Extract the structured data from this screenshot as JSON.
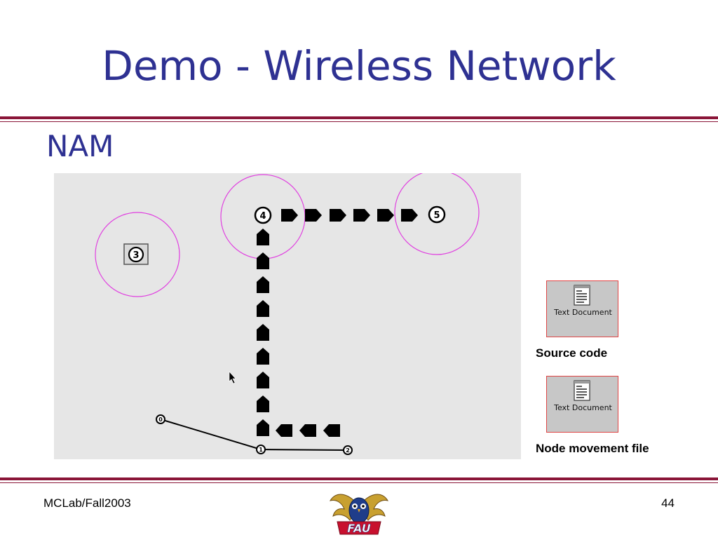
{
  "slide": {
    "title": "Demo - Wireless Network",
    "subtitle": "NAM"
  },
  "nam": {
    "nodes": [
      {
        "label": "0"
      },
      {
        "label": "1"
      },
      {
        "label": "2"
      },
      {
        "label": "3"
      },
      {
        "label": "4"
      },
      {
        "label": "5"
      }
    ]
  },
  "files": [
    {
      "icon_label": "Text Document",
      "caption": "Source code"
    },
    {
      "icon_label": "Text Document",
      "caption": "Node movement file"
    }
  ],
  "footer": {
    "left": "MCLab/Fall2003",
    "page_number": "44"
  },
  "logo": {
    "text": "FAU"
  },
  "colors": {
    "title": "#2e3192",
    "rule": "#8a1538",
    "range_circle": "#e040e0"
  }
}
